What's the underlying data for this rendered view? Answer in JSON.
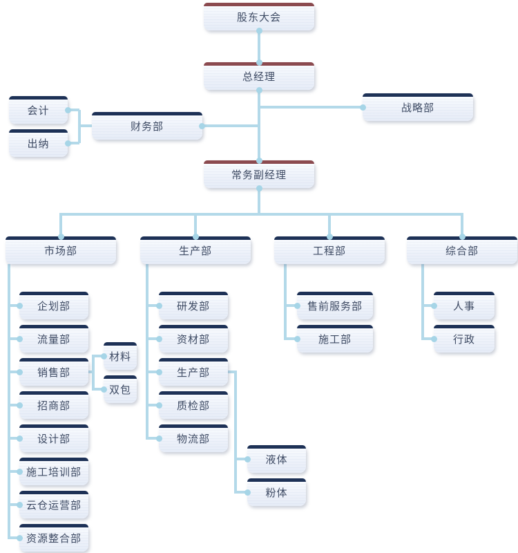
{
  "chart_title": "",
  "colors": {
    "executive_top_bar": "#8b4a4f",
    "department_top_bar": "#1d3156",
    "connector_line": "#b3d9e9",
    "connector_dot": "#a6d5e7",
    "node_fill_top": "#fbfdff",
    "node_fill_bottom": "#e6ecf7",
    "node_text": "#3d4a63",
    "background": "#ffffff"
  },
  "org": {
    "shareholders": {
      "label": "股东大会",
      "level": "executive"
    },
    "general_manager": {
      "label": "总经理",
      "level": "executive"
    },
    "deputy_gm": {
      "label": "常务副经理",
      "level": "executive"
    },
    "finance": {
      "label": "财务部",
      "level": "department"
    },
    "accounting": {
      "label": "会计",
      "level": "department"
    },
    "cashier": {
      "label": "出纳",
      "level": "department"
    },
    "strategy": {
      "label": "战略部",
      "level": "department"
    },
    "marketing": {
      "label": "市场部",
      "level": "department"
    },
    "production": {
      "label": "生产部",
      "level": "department"
    },
    "engineering": {
      "label": "工程部",
      "level": "department"
    },
    "general_affairs": {
      "label": "综合部",
      "level": "department"
    },
    "planning": {
      "label": "企划部",
      "level": "department"
    },
    "traffic": {
      "label": "流量部",
      "level": "department"
    },
    "sales": {
      "label": "销售部",
      "level": "department"
    },
    "investment": {
      "label": "招商部",
      "level": "department"
    },
    "design": {
      "label": "设计部",
      "level": "department"
    },
    "construction_training": {
      "label": "施工培训部",
      "level": "department"
    },
    "cloud_warehouse": {
      "label": "云仓运营部",
      "level": "department"
    },
    "resource_integration": {
      "label": "资源整合部",
      "level": "department"
    },
    "materials": {
      "label": "材料",
      "level": "department"
    },
    "double_contract": {
      "label": "双包",
      "level": "department"
    },
    "rnd": {
      "label": "研发部",
      "level": "department"
    },
    "material_supply": {
      "label": "资材部",
      "level": "department"
    },
    "production_sub": {
      "label": "生产部",
      "level": "department"
    },
    "quality": {
      "label": "质检部",
      "level": "department"
    },
    "logistics": {
      "label": "物流部",
      "level": "department"
    },
    "liquid": {
      "label": "液体",
      "level": "department"
    },
    "powder": {
      "label": "粉体",
      "level": "department"
    },
    "presales": {
      "label": "售前服务部",
      "level": "department"
    },
    "construction": {
      "label": "施工部",
      "level": "department"
    },
    "hr": {
      "label": "人事",
      "level": "department"
    },
    "admin": {
      "label": "行政",
      "level": "department"
    }
  }
}
